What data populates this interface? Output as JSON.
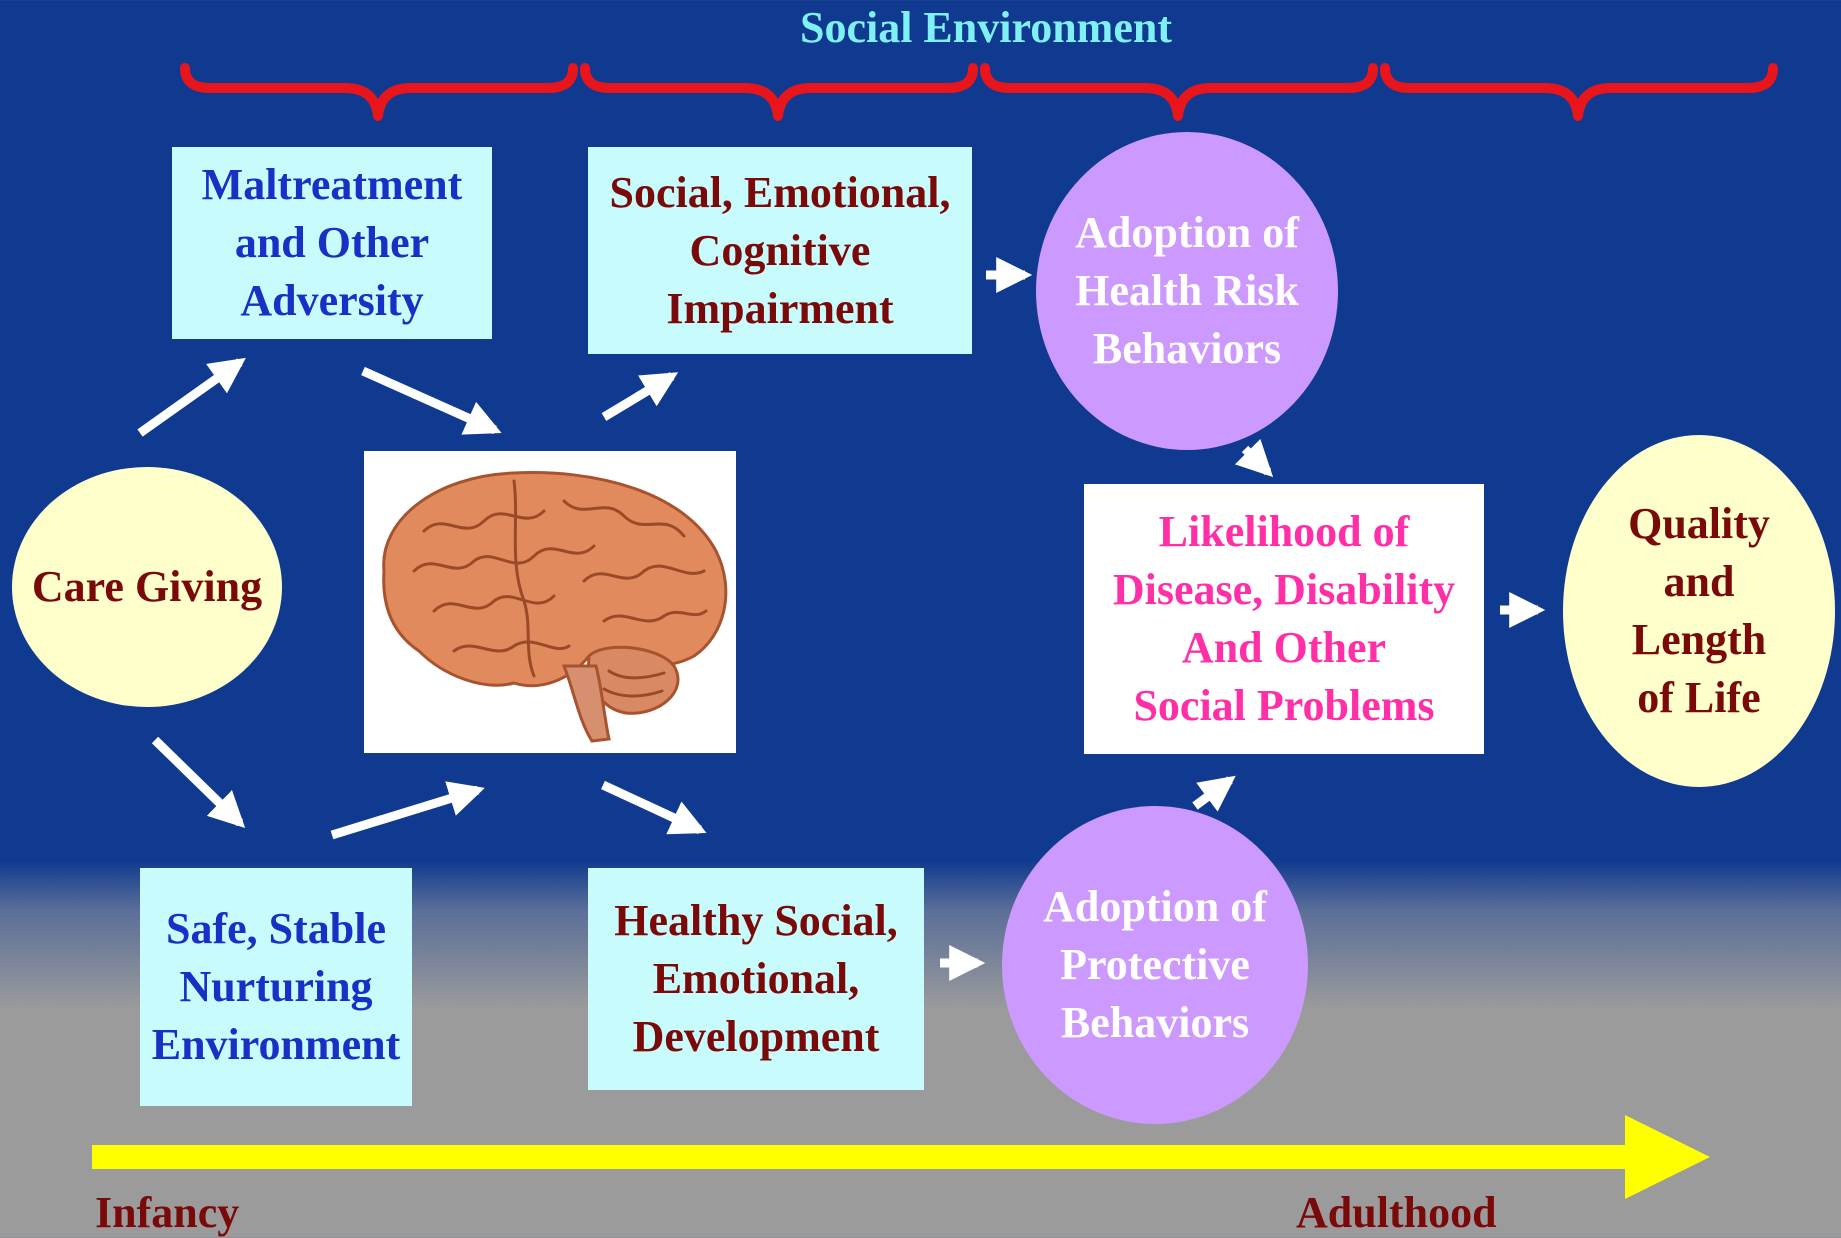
{
  "title": "Social Environment",
  "nodes": {
    "care_giving": "Care Giving",
    "maltreatment": "Maltreatment\nand Other\nAdversity",
    "safe_stable": "Safe, Stable\nNurturing\nEnvironment",
    "impairment": "Social, Emotional,\nCognitive\nImpairment",
    "healthy_dev": "Healthy Social,\nEmotional,\nDevelopment",
    "risk_behaviors": "Adoption of\nHealth Risk\nBehaviors",
    "protective_behaviors": "Adoption of\nProtective\nBehaviors",
    "likelihood": "Likelihood of\nDisease, Disability\nAnd Other\nSocial Problems",
    "quality_life": "Quality\nand\nLength\nof Life"
  },
  "timeline": {
    "start_label": "Infancy",
    "end_label": "Adulthood"
  },
  "colors": {
    "background_top": "#0f3a8f",
    "background_bottom": "#9b9b9b",
    "brace": "#e8161c",
    "timeline_arrow": "#ffff00",
    "title": "#7ff0f4",
    "box_fill": "#c8fbfb",
    "bubble_fill": "#cc99ff",
    "end_fill": "#ffffcc"
  },
  "brain_image": {
    "icon": "brain-illustration"
  }
}
